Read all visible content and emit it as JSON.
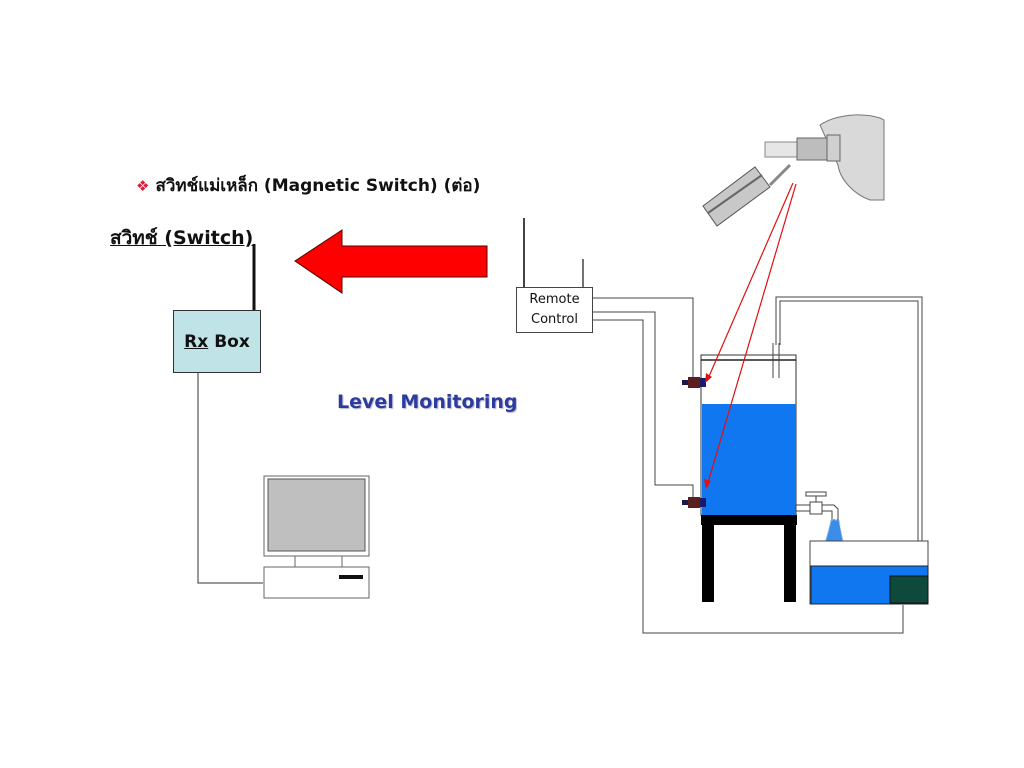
{
  "slide": {
    "title": "สวิทช์แม่เหล็ก (Magnetic Switch) (ต่อ)",
    "title_bullet": "❖",
    "switch_label": "สวิทช์ (Switch)",
    "rx_box": {
      "rx": "Rx",
      "box": "Box"
    },
    "remote_control": {
      "line1": "Remote",
      "line2": "Control"
    },
    "level_monitoring": "Level Monitoring",
    "colors": {
      "arrow": "#ff0000",
      "water": "#1177f0",
      "rx_box": "#bfe3e6",
      "pump": "#0d4a3c",
      "label_blue": "#2c3b9e",
      "stand": "#000000",
      "sensor": "#5a1e1e"
    },
    "icons": [
      "red-left-arrow",
      "monitor-icon",
      "computer-case-icon",
      "magnetic-switch-photo",
      "faucet-icon",
      "water-spray-icon"
    ]
  }
}
